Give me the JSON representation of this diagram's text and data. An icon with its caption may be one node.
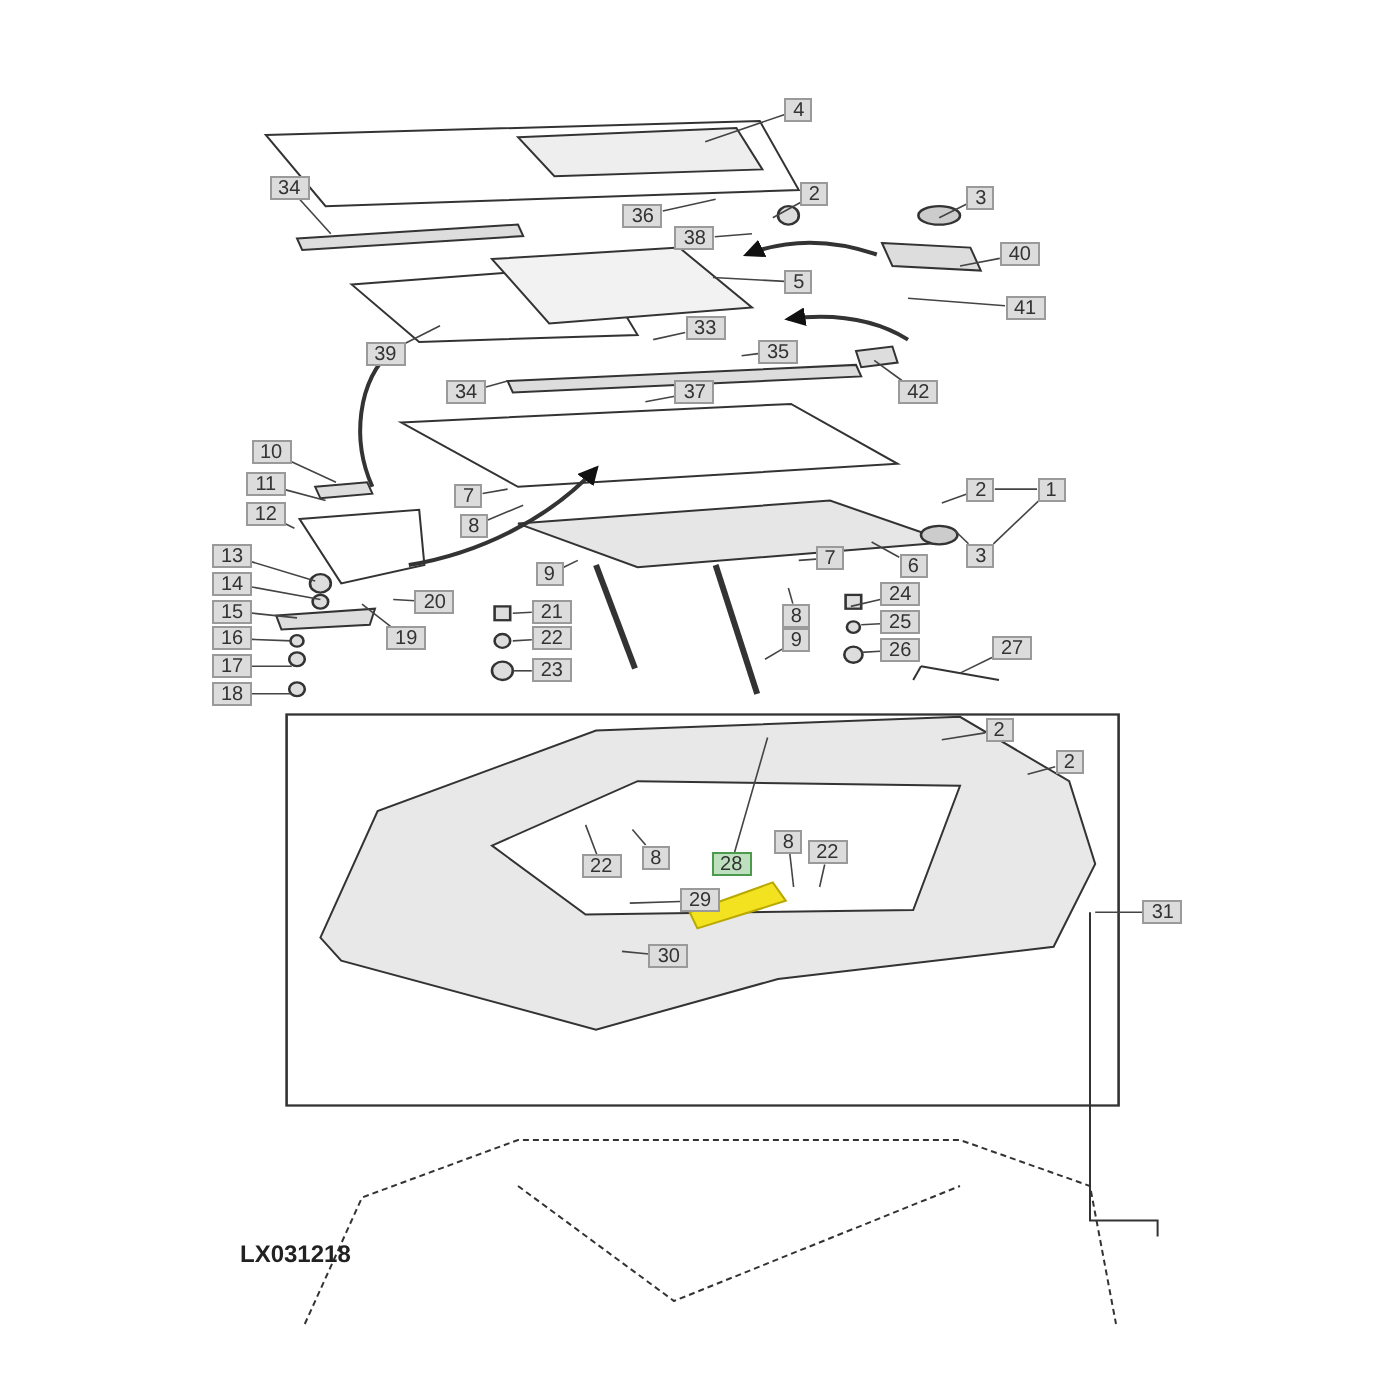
{
  "diagram": {
    "nodes": [
      {
        "text": [
          "4"
        ]
      },
      {
        "text": [
          "34"
        ]
      },
      {
        "text": [
          "36"
        ]
      },
      {
        "text": [
          "2"
        ]
      },
      {
        "text": [
          "3"
        ]
      },
      {
        "text": [
          "38"
        ]
      },
      {
        "text": [
          "40"
        ]
      },
      {
        "text": [
          "5"
        ]
      },
      {
        "text": [
          "41"
        ]
      },
      {
        "text": [
          "33"
        ]
      },
      {
        "text": [
          "35"
        ]
      },
      {
        "text": [
          "39"
        ]
      },
      {
        "text": [
          "34"
        ]
      },
      {
        "text": [
          "37"
        ]
      },
      {
        "text": [
          "42"
        ]
      },
      {
        "text": [
          "10"
        ]
      },
      {
        "text": [
          "11"
        ]
      },
      {
        "text": [
          "12"
        ]
      },
      {
        "text": [
          "7"
        ]
      },
      {
        "text": [
          "8"
        ]
      },
      {
        "text": [
          "2"
        ]
      },
      {
        "text": [
          "1"
        ]
      },
      {
        "text": [
          "13"
        ]
      },
      {
        "text": [
          "3"
        ]
      },
      {
        "text": [
          "6"
        ]
      },
      {
        "text": [
          "9"
        ]
      },
      {
        "text": [
          "7"
        ]
      },
      {
        "text": [
          "14"
        ]
      },
      {
        "text": [
          "24"
        ]
      },
      {
        "text": [
          "20"
        ]
      },
      {
        "text": [
          "15"
        ]
      },
      {
        "text": [
          "21"
        ]
      },
      {
        "text": [
          "8"
        ]
      },
      {
        "text": [
          "25"
        ]
      },
      {
        "text": [
          "19"
        ]
      },
      {
        "text": [
          "16"
        ]
      },
      {
        "text": [
          "22"
        ]
      },
      {
        "text": [
          "9"
        ]
      },
      {
        "text": [
          "26"
        ]
      },
      {
        "text": [
          "27"
        ]
      },
      {
        "text": [
          "17"
        ]
      },
      {
        "text": [
          "23"
        ]
      },
      {
        "text": [
          "18"
        ]
      },
      {
        "text": [
          "2"
        ]
      },
      {
        "text": [
          "2"
        ]
      },
      {
        "text": [
          "28"
        ]
      },
      {
        "text": [
          "8"
        ]
      },
      {
        "text": [
          "22"
        ]
      },
      {
        "text": [
          "8"
        ]
      },
      {
        "text": [
          "22"
        ]
      },
      {
        "text": [
          "29"
        ]
      },
      {
        "text": [
          "31"
        ]
      },
      {
        "text": [
          "30"
        ]
      }
    ],
    "edges": [
      {
        "from": 0,
        "to": null,
        "arrow": "none"
      },
      {
        "from": 1,
        "to": null,
        "arrow": "none"
      },
      {
        "from": 2,
        "to": null,
        "arrow": "none"
      },
      {
        "from": 3,
        "to": null,
        "arrow": "none"
      },
      {
        "from": 4,
        "to": null,
        "arrow": "none"
      },
      {
        "from": 5,
        "to": null,
        "arrow": "none"
      },
      {
        "from": 6,
        "to": null,
        "arrow": "none"
      },
      {
        "from": 7,
        "to": null,
        "arrow": "none"
      },
      {
        "from": 8,
        "to": null,
        "arrow": "none"
      },
      {
        "from": 9,
        "to": null,
        "arrow": "none"
      },
      {
        "from": 10,
        "to": null,
        "arrow": "none"
      },
      {
        "from": 11,
        "to": null,
        "arrow": "none"
      },
      {
        "from": 12,
        "to": null,
        "arrow": "none"
      },
      {
        "from": 13,
        "to": null,
        "arrow": "none"
      },
      {
        "from": 14,
        "to": null,
        "arrow": "none"
      },
      {
        "from": 15,
        "to": null,
        "arrow": "none"
      },
      {
        "from": 16,
        "to": null,
        "arrow": "none"
      },
      {
        "from": 17,
        "to": null,
        "arrow": "none"
      },
      {
        "from": 18,
        "to": null,
        "arrow": "none"
      },
      {
        "from": 19,
        "to": null,
        "arrow": "none"
      },
      {
        "from": 20,
        "to": null,
        "arrow": "none"
      },
      {
        "from": 21,
        "to": 20,
        "arrow": "none"
      },
      {
        "from": 21,
        "to": 23,
        "arrow": "none"
      },
      {
        "from": 22,
        "to": null,
        "arrow": "none"
      },
      {
        "from": 23,
        "to": null,
        "arrow": "none"
      },
      {
        "from": 24,
        "to": null,
        "arrow": "none"
      },
      {
        "from": 25,
        "to": null,
        "arrow": "none"
      },
      {
        "from": 26,
        "to": null,
        "arrow": "none"
      },
      {
        "from": 27,
        "to": null,
        "arrow": "none"
      },
      {
        "from": 28,
        "to": null,
        "arrow": "none"
      },
      {
        "from": 29,
        "to": null,
        "arrow": "none"
      },
      {
        "from": 30,
        "to": null,
        "arrow": "none"
      },
      {
        "from": 31,
        "to": null,
        "arrow": "none"
      },
      {
        "from": 32,
        "to": null,
        "arrow": "none"
      },
      {
        "from": 33,
        "to": null,
        "arrow": "none"
      },
      {
        "from": 34,
        "to": null,
        "arrow": "none"
      },
      {
        "from": 35,
        "to": null,
        "arrow": "none"
      },
      {
        "from": 36,
        "to": null,
        "arrow": "none"
      },
      {
        "from": 37,
        "to": null,
        "arrow": "none"
      },
      {
        "from": 38,
        "to": null,
        "arrow": "none"
      },
      {
        "from": 39,
        "to": null,
        "arrow": "none"
      },
      {
        "from": 40,
        "to": null,
        "arrow": "none"
      },
      {
        "from": 41,
        "to": null,
        "arrow": "none"
      },
      {
        "from": 42,
        "to": null,
        "arrow": "none"
      },
      {
        "from": 43,
        "to": null,
        "arrow": "none"
      },
      {
        "from": 44,
        "to": null,
        "arrow": "none"
      },
      {
        "from": 45,
        "to": null,
        "arrow": "none"
      },
      {
        "from": 46,
        "to": null,
        "arrow": "none"
      },
      {
        "from": 47,
        "to": null,
        "arrow": "none"
      },
      {
        "from": 48,
        "to": null,
        "arrow": "none"
      },
      {
        "from": 49,
        "to": null,
        "arrow": "none"
      },
      {
        "from": 50,
        "to": null,
        "arrow": "none"
      },
      {
        "from": 51,
        "to": null,
        "arrow": "none"
      },
      {
        "from": 52,
        "to": null,
        "arrow": "none"
      }
    ],
    "labels": [
      "LX031218"
    ]
  }
}
